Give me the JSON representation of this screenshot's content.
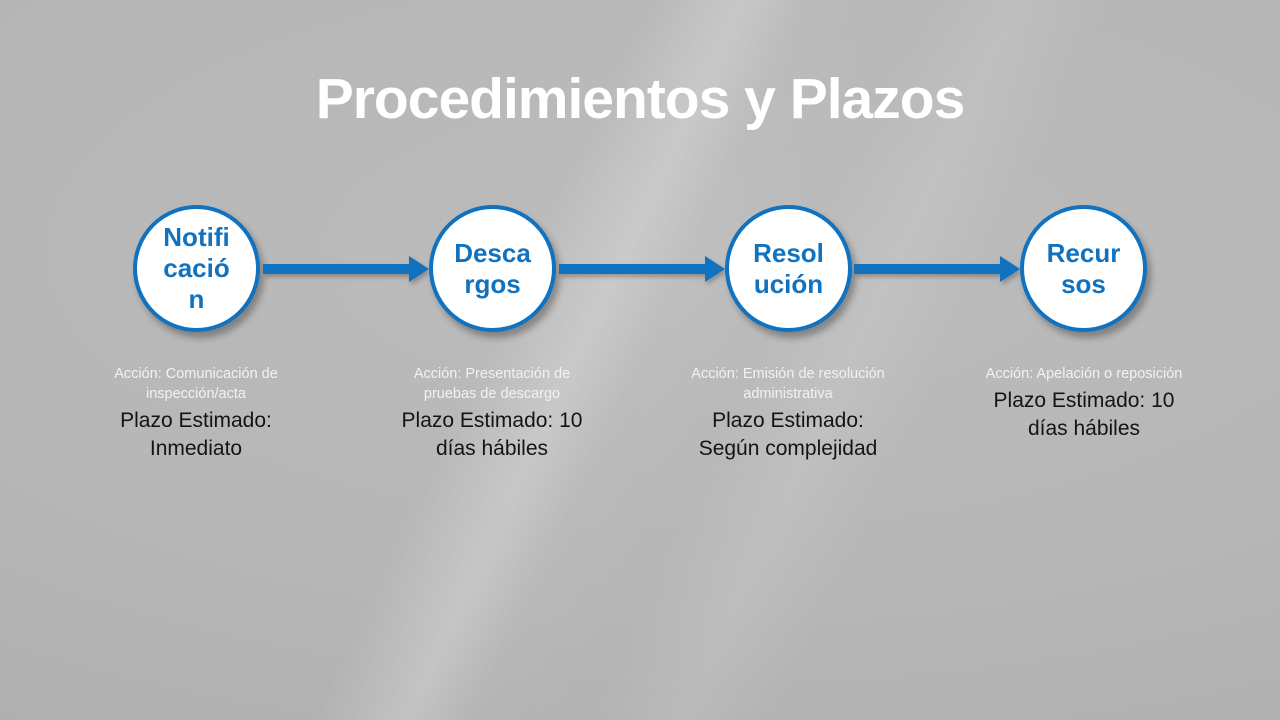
{
  "title": "Procedimientos y Plazos",
  "colors": {
    "accent_blue": "#1172bf",
    "background_gray": "#b6b6b6",
    "title_white": "#ffffff",
    "accion_text_white": "#f2f2f2",
    "plazo_text_black": "#141414"
  },
  "stages": [
    {
      "id": "notificacion",
      "circle_label": "Notifi\ncació\nn",
      "accion": "Acción: Comunicación de\ninspección/acta",
      "plazo": "Plazo Estimado:\nInmediato"
    },
    {
      "id": "descargos",
      "circle_label": "Desca\nrgos",
      "accion": "Acción: Presentación de\npruebas de descargo",
      "plazo": "Plazo Estimado: 10\ndías hábiles"
    },
    {
      "id": "resolucion",
      "circle_label": "Resol\nución",
      "accion": "Acción: Emisión de resolución\nadministrativa",
      "plazo": "Plazo Estimado:\nSegún complejidad"
    },
    {
      "id": "recursos",
      "circle_label": "Recur\nsos",
      "accion": "Acción: Apelación o reposición",
      "plazo": "Plazo Estimado: 10\ndías hábiles"
    }
  ]
}
